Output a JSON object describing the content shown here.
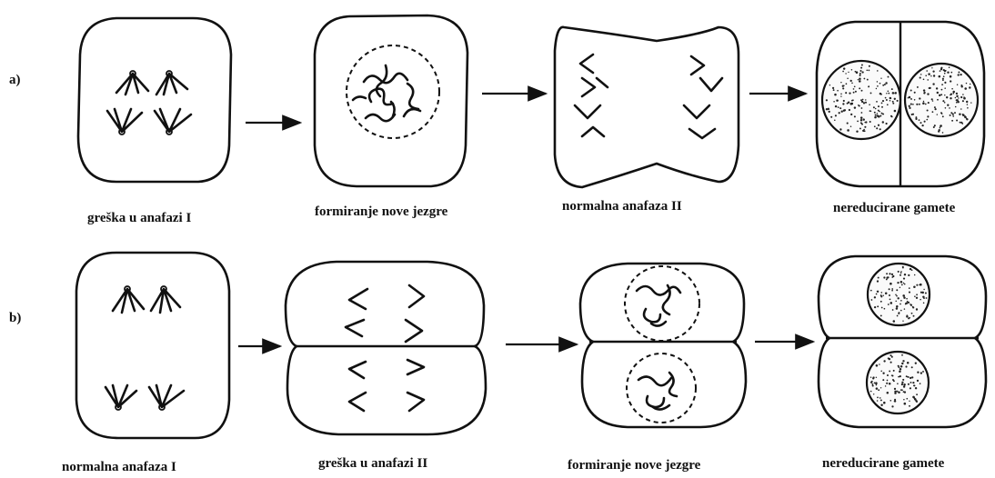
{
  "rows": {
    "a": {
      "marker": "a)",
      "captions": [
        "greška u anafazi I",
        "formiranje nove jezgre",
        "normalna anafaza II",
        "nereducirane gamete"
      ]
    },
    "b": {
      "marker": "b)",
      "captions": [
        "normalna anafaza I",
        "greška u anafazi II",
        "formiranje nove jezgre",
        "nereducirane gamete"
      ]
    }
  }
}
